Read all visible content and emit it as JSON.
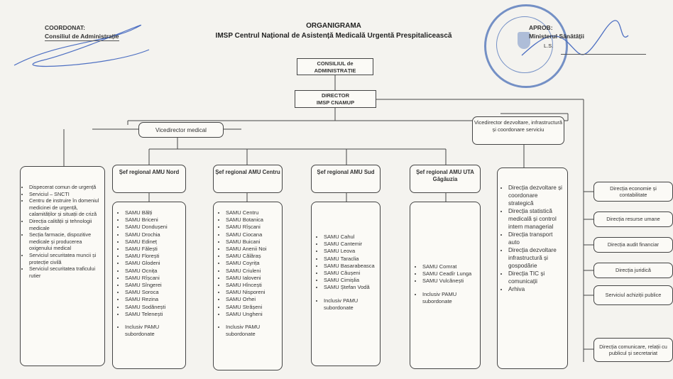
{
  "header": {
    "left_label": "COORDONAT:",
    "left_body": "Consiliul de Administrație",
    "title": "ORGANIGRAMA",
    "subtitle": "IMSP Centrul Național de Asistență Medicală Urgentă Prespitalicească",
    "right_label": "APROB:",
    "right_body": "Ministerul Sănătății",
    "right_ls": "L.S."
  },
  "top": {
    "council": "CONSILIUL de ADMINISTRAȚIE",
    "director_line1": "DIRECTOR",
    "director_line2": "IMSP CNAMUP"
  },
  "vice": {
    "medical": "Vicedirector medical",
    "development": "Vicedirector dezvoltare, infrastructură și coordonare serviciu"
  },
  "left_units": [
    "Dispecerat comun de urgență",
    "Serviciul – SNCTI",
    "Centru de instruire în domeniul medicinei de urgență, calamităților și situații de criză",
    "Direcția calității și tehnologii medicale",
    "Secția farmacie, dispozitive medicale și producerea oxigenului medical",
    "Serviciul securitatea muncii și protecție civilă",
    "Serviciul securitatea traficului rutier"
  ],
  "regions": [
    {
      "head": "Șef regional AMU Nord",
      "units": [
        "SAMU Bălți",
        "SAMU Briceni",
        "SAMU Dondușeni",
        "SAMU Drochia",
        "SAMU Edineț",
        "SAMU Fălești",
        "SAMU Florești",
        "SAMU Glodeni",
        "SAMU Ocnița",
        "SAMU Rîșcani",
        "SAMU Sîngerei",
        "SAMU Soroca",
        "SAMU Rezina",
        "SAMU Sodănești",
        "SAMU Telenești"
      ],
      "note": "Inclusiv PAMU subordonate"
    },
    {
      "head": "Șef regional AMU Centru",
      "units": [
        "SAMU Centru",
        "SAMU Botanica",
        "SAMU Rîșcani",
        "SAMU Ciocana",
        "SAMU Buicani",
        "SAMU Anenii Noi",
        "SAMU Călăraș",
        "SAMU Coyrița",
        "SAMU Criuleni",
        "SAMU Ialoveni",
        "SAMU Hîncești",
        "SAMU Nisporeni",
        "SAMU Orhei",
        "SAMU Strășeni",
        "SAMU Ungheni"
      ],
      "note": "Inclusiv PAMU subordonate"
    },
    {
      "head": "Șef regional AMU Sud",
      "units": [
        "SAMU Cahul",
        "SAMU Cantemir",
        "SAMU Leova",
        "SAMU Taraclia",
        "SAMU Basarabeasca",
        "SAMU Căușeni",
        "SAMU Cimișlia",
        "SAMU Ștefan Vodă"
      ],
      "note": "Inclusiv PAMU subordonate"
    },
    {
      "head": "Șef regional AMU UTA Găgăuzia",
      "units": [
        "SAMU Comrat",
        "SAMU Ceadîr Lunga",
        "SAMU Vulcănești"
      ],
      "note": "Inclusiv PAMU subordonate"
    }
  ],
  "dev_units": [
    "Direcția dezvoltare și coordonare strategică",
    "Direcția statistică medicală și control intern managerial",
    "Direcția transport auto",
    "Direcția dezvoltare infrastructură și gospodărie",
    "Direcția TIC și comunicații",
    "Arhiva"
  ],
  "right_units": [
    "Direcția economie și contabilitate",
    "Direcția resurse umane",
    "Direcția audit financiar",
    "Direcția juridică",
    "Serviciul achiziții publice",
    "Direcția comunicare, relații cu publicul și secretariat"
  ],
  "colors": {
    "stamp": "#4a6fb8",
    "signature": "#4d6fc2",
    "line": "#444444"
  }
}
